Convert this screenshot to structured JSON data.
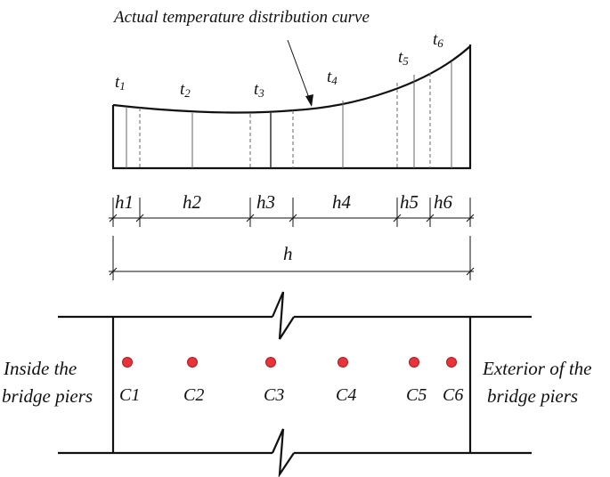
{
  "title": "Actual temperature distribution curve",
  "temperature_labels": [
    {
      "base": "t",
      "sub": "1"
    },
    {
      "base": "t",
      "sub": "2"
    },
    {
      "base": "t",
      "sub": "3"
    },
    {
      "base": "t",
      "sub": "4"
    },
    {
      "base": "t",
      "sub": "5"
    },
    {
      "base": "t",
      "sub": "6"
    }
  ],
  "segment_labels": [
    "h1",
    "h2",
    "h3",
    "h4",
    "h5",
    "h6"
  ],
  "total_label": "h",
  "points": [
    "C1",
    "C2",
    "C3",
    "C4",
    "C5",
    "C6"
  ],
  "left_label": {
    "line1": "Inside the",
    "line2": "bridge piers"
  },
  "right_label": {
    "line1": "Exterior of the",
    "line2": "bridge piers"
  },
  "colors": {
    "ink": "#111111",
    "point": "#e8333a",
    "point_stroke": "#b01c22",
    "grid": "#666666"
  }
}
